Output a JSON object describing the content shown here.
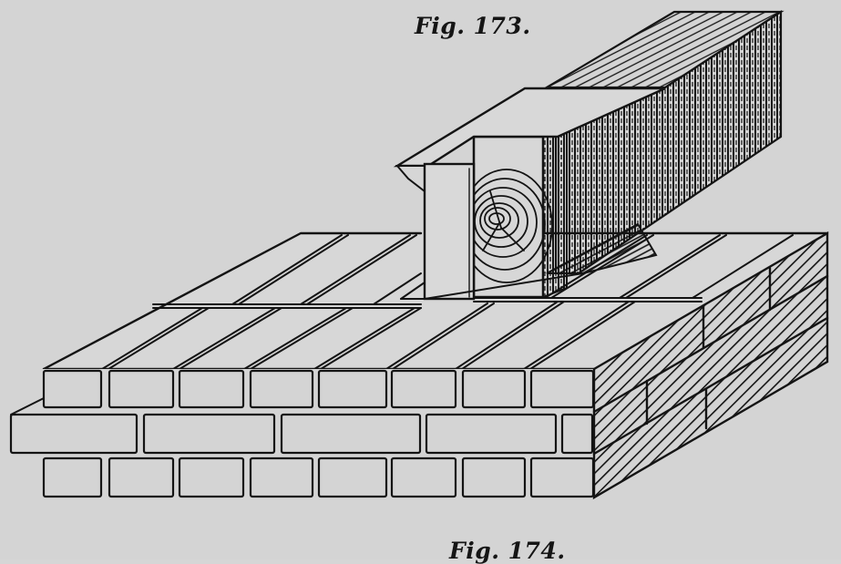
{
  "page": {
    "background_color": "#d4d4d4",
    "ink_color": "#141414"
  },
  "figures": [
    {
      "caption": "Fig. 173.",
      "subject": "timber beam end resting in an angle-iron shoe on a brick wall",
      "parts": [
        "brick-wall",
        "top-brick-course",
        "hatched-wall-section",
        "metal-shoe",
        "timber-beam",
        "end-grain-rings",
        "wood-grain-side"
      ]
    },
    {
      "caption": "Fig. 174."
    }
  ]
}
